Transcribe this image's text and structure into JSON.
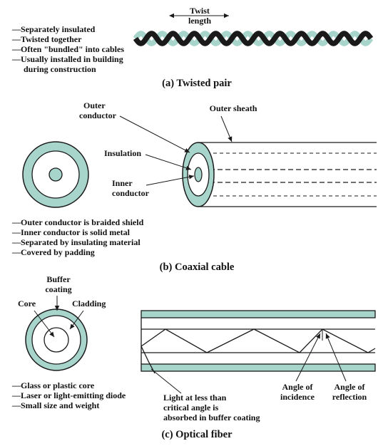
{
  "colors": {
    "teal": "#a7d5cc",
    "ink": "#1a1a1a",
    "paper": "#ffffff"
  },
  "twisted_pair": {
    "twist_label": [
      "Twist",
      "length"
    ],
    "bullets": [
      "—Separately insulated",
      "—Twisted together",
      "—Often \"bundled\" into cables",
      "—Usually installed in building",
      "during construction"
    ],
    "caption": "(a) Twisted pair"
  },
  "coaxial": {
    "outer_conductor": [
      "Outer",
      "conductor"
    ],
    "outer_sheath": "Outer sheath",
    "insulation": "Insulation",
    "inner_conductor": [
      "Inner",
      "conductor"
    ],
    "bullets": [
      "—Outer conductor is braided shield",
      "—Inner conductor is solid metal",
      "—Separated by insulating material",
      "—Covered by padding"
    ],
    "caption": "(b) Coaxial cable"
  },
  "optical": {
    "buffer_coating": [
      "Buffer",
      "coating"
    ],
    "core": "Core",
    "cladding": "Cladding",
    "bullets": [
      "—Glass or plastic core",
      "—Laser or light-emitting diode",
      "—Small size and weight"
    ],
    "light_note": [
      "Light at less than",
      "critical angle is",
      "absorbed in buffer coating"
    ],
    "angle_incidence": [
      "Angle of",
      "incidence"
    ],
    "angle_reflection": [
      "Angle of",
      "reflection"
    ],
    "caption": "(c) Optical fiber"
  }
}
